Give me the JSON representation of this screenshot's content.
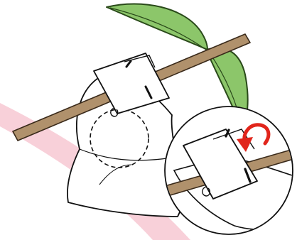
{
  "illustration": {
    "subject": "fruit-bagging-diagram",
    "elements": [
      "leaf",
      "branch",
      "bag",
      "fruit-outline",
      "bag-top-fold",
      "clip",
      "magnified-detail",
      "rotation-arrow"
    ],
    "colors": {
      "outline": "#111111",
      "bag_fill": "#ffffff",
      "branch_fill": "#b0916c",
      "branch_stroke": "#3a2a1a",
      "leaf_fill": "#8cc66a",
      "leaf_stroke": "#2a4a1a",
      "arrow": "#e1251b",
      "watermark": "#f7c8d2"
    }
  }
}
